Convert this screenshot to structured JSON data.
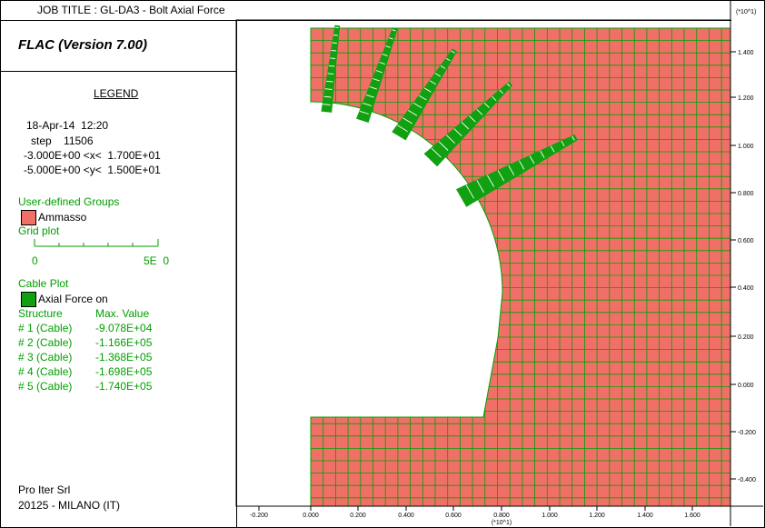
{
  "header": {
    "job_title": "JOB TITLE : GL-DA3 - Bolt Axial Force"
  },
  "sidebar": {
    "version": "FLAC (Version 7.00)",
    "legend_title": "LEGEND",
    "date": "18-Apr-14  12:20",
    "step_label": "step",
    "step_value": "11506",
    "x_range": "-3.000E+00 <x<  1.700E+01",
    "y_range": "-5.000E+00 <y<  1.500E+01",
    "groups_heading": "User-defined Groups",
    "group_name": "Ammasso",
    "grid_plot_label": "Grid plot",
    "scale_min": "0",
    "scale_max": "5E  0",
    "cable_plot_label": "Cable Plot",
    "cable_legend": "Axial Force on",
    "structure_header": "Structure",
    "max_value_header": "Max. Value",
    "cables": [
      {
        "name": "# 1 (Cable)",
        "value": "-9.078E+04"
      },
      {
        "name": "# 2 (Cable)",
        "value": "-1.166E+05"
      },
      {
        "name": "# 3 (Cable)",
        "value": "-1.368E+05"
      },
      {
        "name": "# 4 (Cable)",
        "value": "-1.698E+05"
      },
      {
        "name": "# 5 (Cable)",
        "value": "-1.740E+05"
      }
    ],
    "company": "Pro Iter Srl",
    "address": "20125 - MILANO (IT)"
  },
  "axes": {
    "multiplier": "(*10^1)",
    "x_ticks": [
      "-0.200",
      "0.000",
      "0.200",
      "0.400",
      "0.600",
      "0.800",
      "1.000",
      "1.200",
      "1.400",
      "1.600"
    ],
    "y_ticks": [
      "1.400",
      "1.200",
      "1.000",
      "0.800",
      "0.600",
      "0.400",
      "0.200",
      "0.000",
      "-0.200",
      "-0.400"
    ]
  },
  "colors": {
    "rock_fill": "#f07068",
    "grid_line": "#00a000",
    "cable_fill": "#10a010"
  }
}
